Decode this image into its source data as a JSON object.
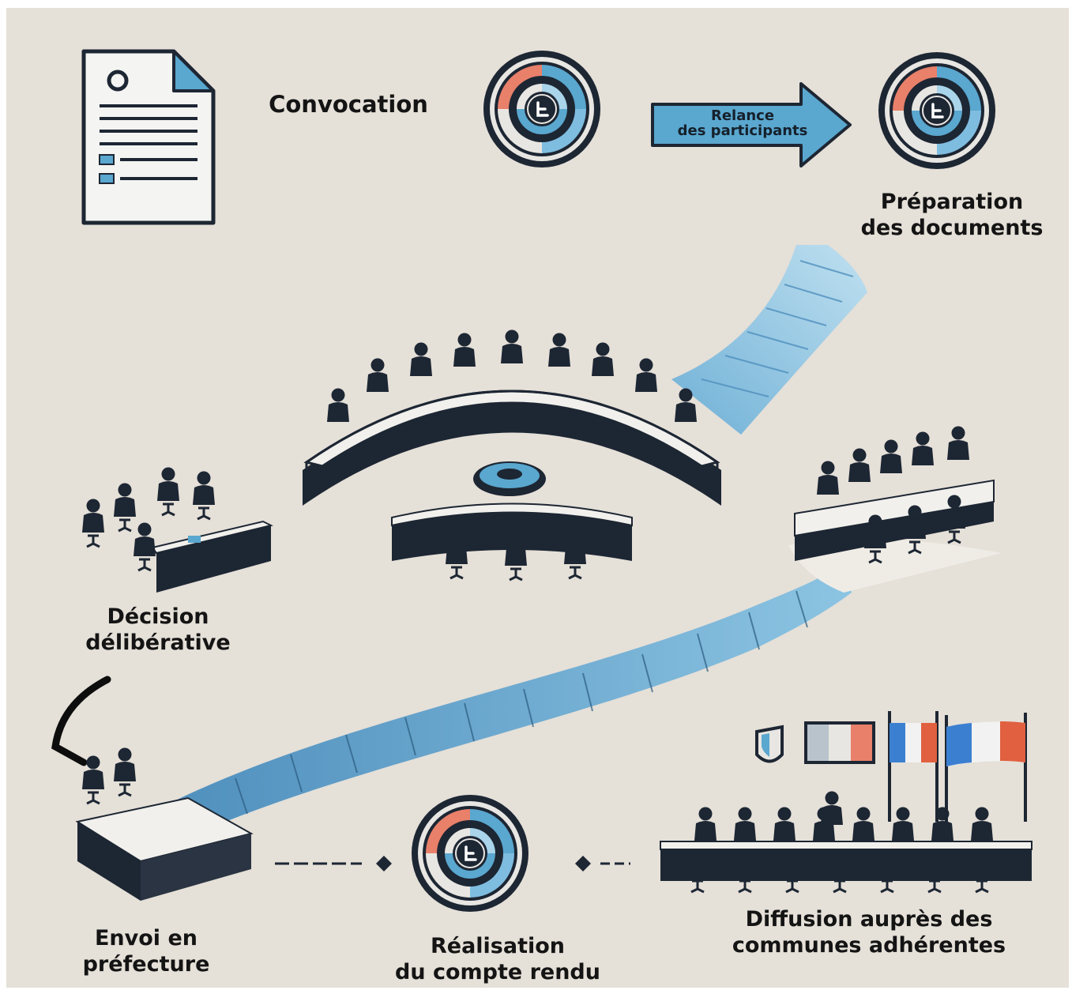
{
  "labels": {
    "convocation": "Convocation",
    "relance": [
      "Relance",
      "des participants"
    ],
    "preparation": [
      "Préparation",
      "des documents"
    ],
    "decision": [
      "Décision",
      "délibérative"
    ],
    "envoi": [
      "Envoi en",
      "préfecture"
    ],
    "realisation": [
      "Réalisation",
      "du compte rendu"
    ],
    "diffusion": [
      "Diffusion auprès des",
      "communes adhérentes"
    ]
  },
  "icons": {
    "document": "document-icon",
    "emblem": "circular-emblem-icon",
    "arrow": "arrow-right-icon",
    "stairs": "staircase-path",
    "meeting": "meeting-table-icon",
    "flag": "french-flag-icon",
    "shield": "shield-icon"
  },
  "colors": {
    "background": "#e5e0d8",
    "navy": "#1d2633",
    "blue": "#5aa7cf",
    "light_blue": "#a9d4ea",
    "salmon": "#e8806a",
    "flag_blue": "#3b7fd1",
    "flag_red": "#e0603f"
  }
}
